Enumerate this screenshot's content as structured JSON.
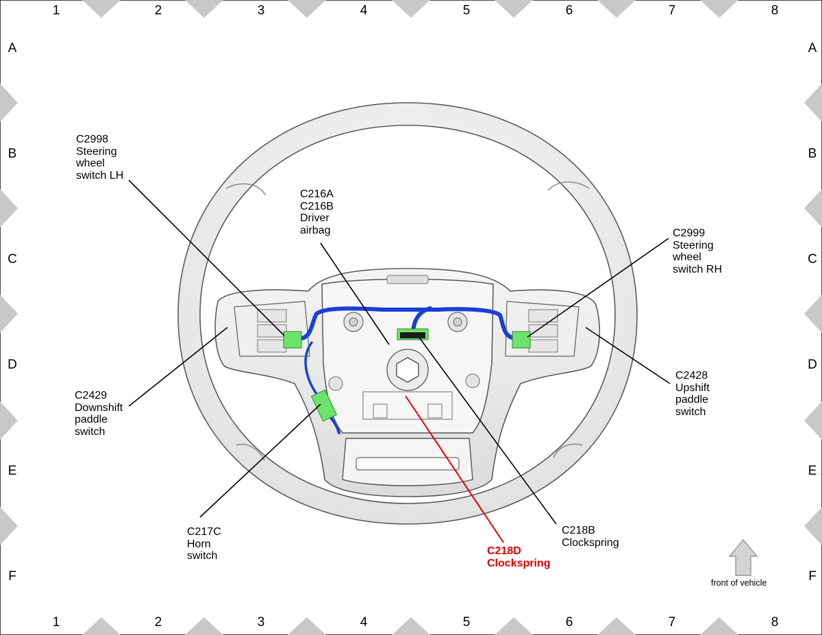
{
  "grid": {
    "columns": [
      "1",
      "2",
      "3",
      "4",
      "5",
      "6",
      "7",
      "8"
    ],
    "rows": [
      "A",
      "B",
      "C",
      "D",
      "E",
      "F"
    ]
  },
  "connectors": {
    "c2998": "C2998\nSteering\nwheel\nswitch LH",
    "c216": "C216A\nC216B\nDriver\nairbag",
    "c2999": "C2999\nSteering\nwheel\nswitch RH",
    "c2428": "C2428\nUpshift\npaddle\nswitch",
    "c2429": "C2429\nDownshift\npaddle\nswitch",
    "c217c": "C217C\nHorn\nswitch",
    "c218d": "C218D\nClockspring",
    "c218b": "C218B\nClockspring"
  },
  "front_of_vehicle": "front of vehicle",
  "colors": {
    "harness": "#1a3fd6",
    "connector": "#6de36d",
    "highlight": "#e00000",
    "border_marker": "#c8c8c8"
  },
  "icons": [
    "front-arrow-icon"
  ]
}
